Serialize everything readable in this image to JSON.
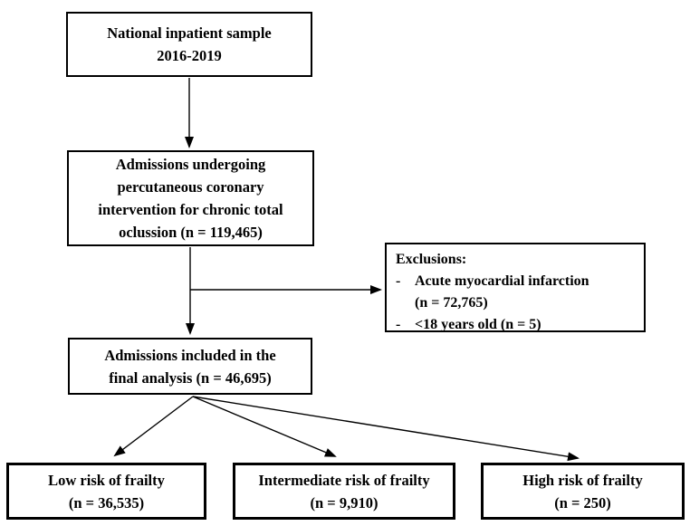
{
  "figure": {
    "type": "flow-diagram",
    "background_color": "#ffffff",
    "line_color": "#000000",
    "text_color": "#000000"
  },
  "flowchart": {
    "source_box": {
      "lines": [
        "National inpatient sample",
        "2016-2019"
      ]
    },
    "pci_box": {
      "lines": [
        "Admissions undergoing",
        "percutaneous coronary",
        "intervention for chronic total",
        "oclussion (n = 119,465)"
      ]
    },
    "exclusions_box": {
      "title": "Exclusions:",
      "items": [
        {
          "marker": "-",
          "lines": [
            "Acute myocardial infarction",
            "(n = 72,765)"
          ]
        },
        {
          "marker": "-",
          "lines": [
            "<18 years old (n = 5)"
          ]
        }
      ]
    },
    "final_box": {
      "lines": [
        "Admissions included in the",
        "final analysis (n = 46,695)"
      ]
    },
    "low_box": {
      "lines": [
        "Low risk of frailty",
        "(n = 36,535)"
      ]
    },
    "intermediate_box": {
      "lines": [
        "Intermediate risk of frailty",
        "(n = 9,910)"
      ]
    },
    "high_box": {
      "lines": [
        "High risk of frailty",
        "(n = 250)"
      ]
    }
  }
}
